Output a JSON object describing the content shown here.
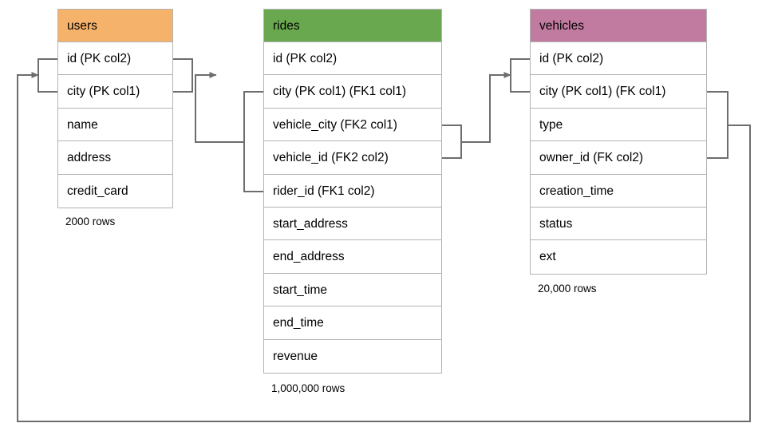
{
  "diagram": {
    "title": "ride-sharing schema entity relationship diagram",
    "background": "#ffffff",
    "line_color": "#6d6d6d",
    "border_color": "#b3b3b3"
  },
  "tables": [
    {
      "name": "users",
      "header_label": "users",
      "header_color": "#f5b26b",
      "row_count_label": "2000 rows",
      "columns": [
        {
          "label": "id (PK col2)"
        },
        {
          "label": "city (PK col1)"
        },
        {
          "label": "name"
        },
        {
          "label": "address"
        },
        {
          "label": "credit_card"
        }
      ]
    },
    {
      "name": "rides",
      "header_label": "rides",
      "header_color": "#6aa84f",
      "row_count_label": "1,000,000 rows",
      "columns": [
        {
          "label": "id (PK col2)"
        },
        {
          "label": "city (PK col1) (FK1 col1)"
        },
        {
          "label": "vehicle_city (FK2 col1)"
        },
        {
          "label": "vehicle_id (FK2 col2)"
        },
        {
          "label": "rider_id (FK1 col2)"
        },
        {
          "label": "start_address"
        },
        {
          "label": "end_address"
        },
        {
          "label": "start_time"
        },
        {
          "label": "end_time"
        },
        {
          "label": "revenue"
        }
      ]
    },
    {
      "name": "vehicles",
      "header_label": "vehicles",
      "header_color": "#c27ba0",
      "row_count_label": "20,000 rows",
      "columns": [
        {
          "label": "id (PK col2)"
        },
        {
          "label": "city (PK col1) (FK col1)"
        },
        {
          "label": "type"
        },
        {
          "label": "owner_id (FK col2)"
        },
        {
          "label": "creation_time"
        },
        {
          "label": "status"
        },
        {
          "label": "ext"
        }
      ]
    }
  ],
  "relationships": [
    {
      "name": "rides-fk1-to-users",
      "from_table": "rides",
      "from_columns": [
        "city (PK col1) (FK1 col1)",
        "rider_id (FK1 col2)"
      ],
      "to_table": "users",
      "to_columns": [
        "id (PK col2)",
        "city (PK col1)"
      ],
      "arrow": "to-users"
    },
    {
      "name": "rides-fk2-to-vehicles",
      "from_table": "rides",
      "from_columns": [
        "vehicle_city (FK2 col1)",
        "vehicle_id (FK2 col2)"
      ],
      "to_table": "vehicles",
      "to_columns": [
        "id (PK col2)",
        "city (PK col1) (FK col1)"
      ],
      "arrow": "to-vehicles"
    },
    {
      "name": "vehicles-fk-to-users",
      "from_table": "vehicles",
      "from_columns": [
        "city (PK col1) (FK col1)",
        "owner_id (FK col2)"
      ],
      "to_table": "users",
      "to_columns": [
        "id (PK col2)",
        "city (PK col1)"
      ],
      "arrow": "to-users"
    }
  ]
}
